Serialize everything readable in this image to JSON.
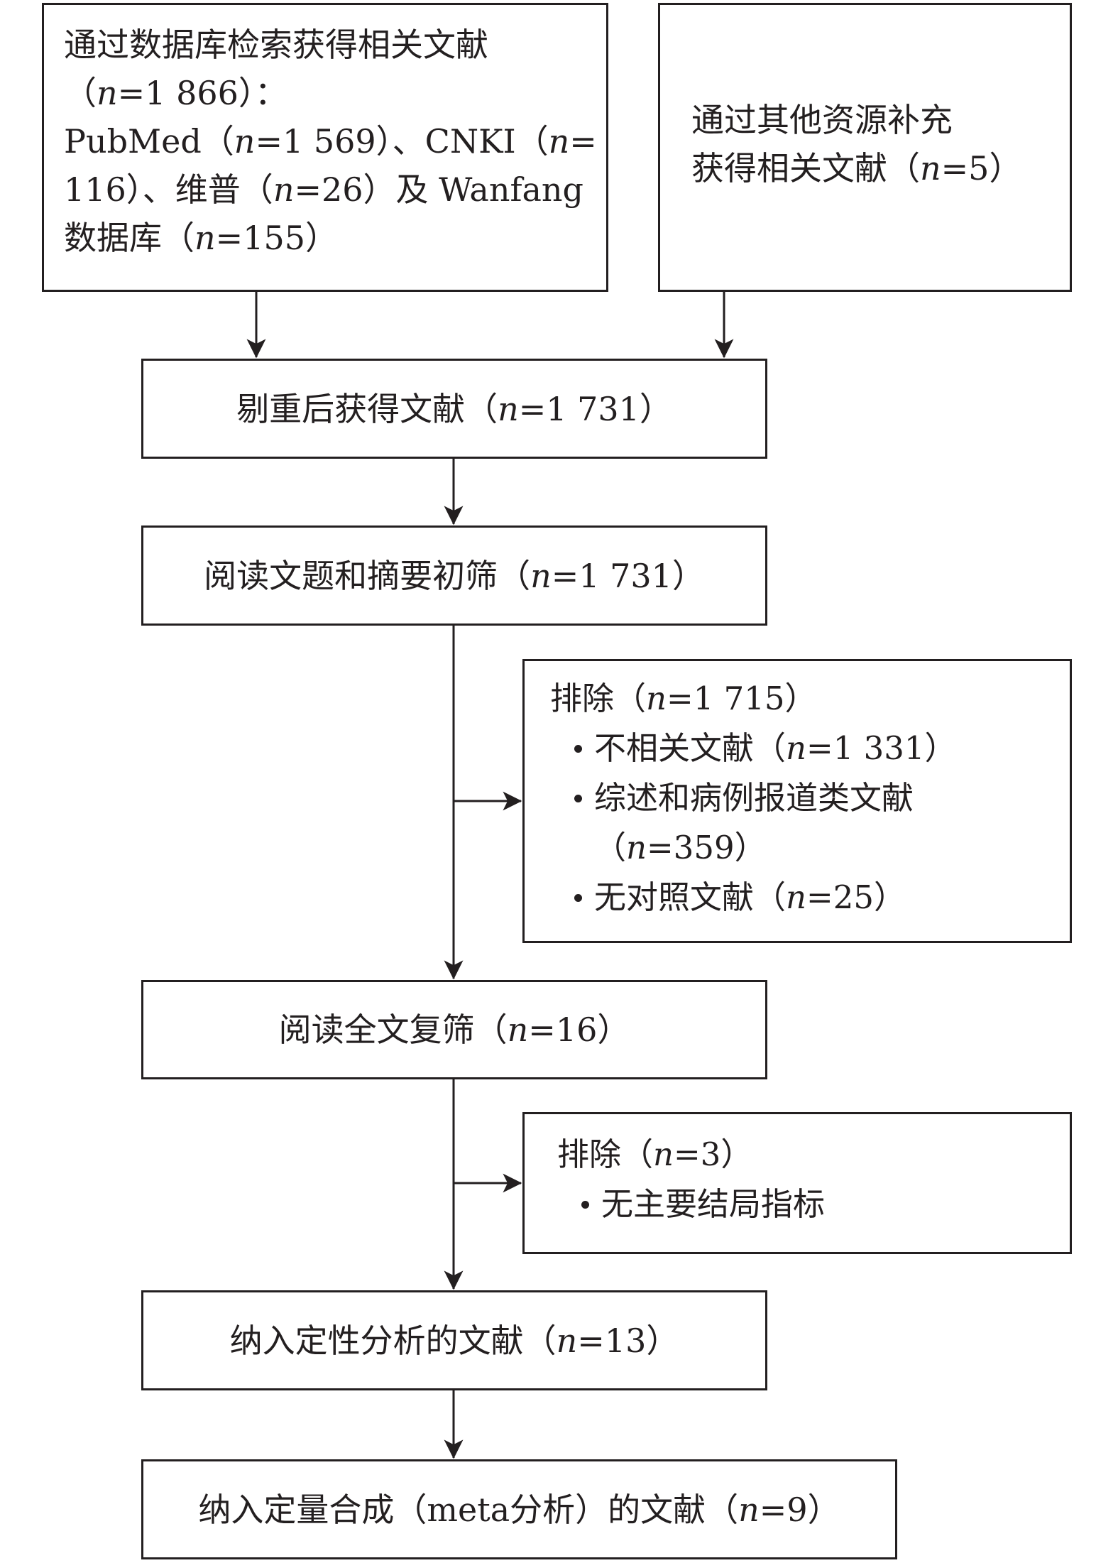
{
  "boxes": {
    "databases": {
      "line1": "通过数据库检索获得相关文献",
      "line2_pre": "（",
      "line2_n": "n",
      "line2_val": "=1 866）：",
      "line3_pre": "PubMed（",
      "line3_n": "n",
      "line3_mid": "=1 569）、CNKI（",
      "line3_n2": "n",
      "line3_end": "=",
      "line4_pre": "116）、维普（",
      "line4_n": "n",
      "line4_end": "=26）及 Wanfang",
      "line5_pre": "数据库（",
      "line5_n": "n",
      "line5_end": "=155）"
    },
    "other_sources": {
      "line1": "通过其他资源补充",
      "line2_pre": "获得相关文献（",
      "line2_n": "n",
      "line2_end": "=5）"
    },
    "dedup": {
      "pre": "剔重后获得文献（",
      "n": "n",
      "end": "=1 731）"
    },
    "title_abstract": {
      "pre": "阅读文题和摘要初筛（",
      "n": "n",
      "end": "=1 731）"
    },
    "excluded_1": {
      "head_pre": "排除（",
      "head_n": "n",
      "head_end": "=1 715）",
      "item1_pre": "不相关文献（",
      "item1_n": "n",
      "item1_end": "=1 331）",
      "item2_line1": "综述和病例报道类文献",
      "item2_line2_pre": "（",
      "item2_line2_n": "n",
      "item2_line2_end": "=359）",
      "item3_pre": "无对照文献（",
      "item3_n": "n",
      "item3_end": "=25）"
    },
    "full_text": {
      "pre": "阅读全文复筛（",
      "n": "n",
      "end": "=16）"
    },
    "excluded_2": {
      "head_pre": "排除（",
      "head_n": "n",
      "head_end": "=3）",
      "item1": "无主要结局指标"
    },
    "qualitative": {
      "pre": "纳入定性分析的文献（",
      "n": "n",
      "end": "=13）"
    },
    "quantitative": {
      "pre": "纳入定量合成（meta分析）的文献（",
      "n": "n",
      "end": "=9）"
    }
  },
  "colors": {
    "ink": "#231f20",
    "background": "#ffffff"
  }
}
